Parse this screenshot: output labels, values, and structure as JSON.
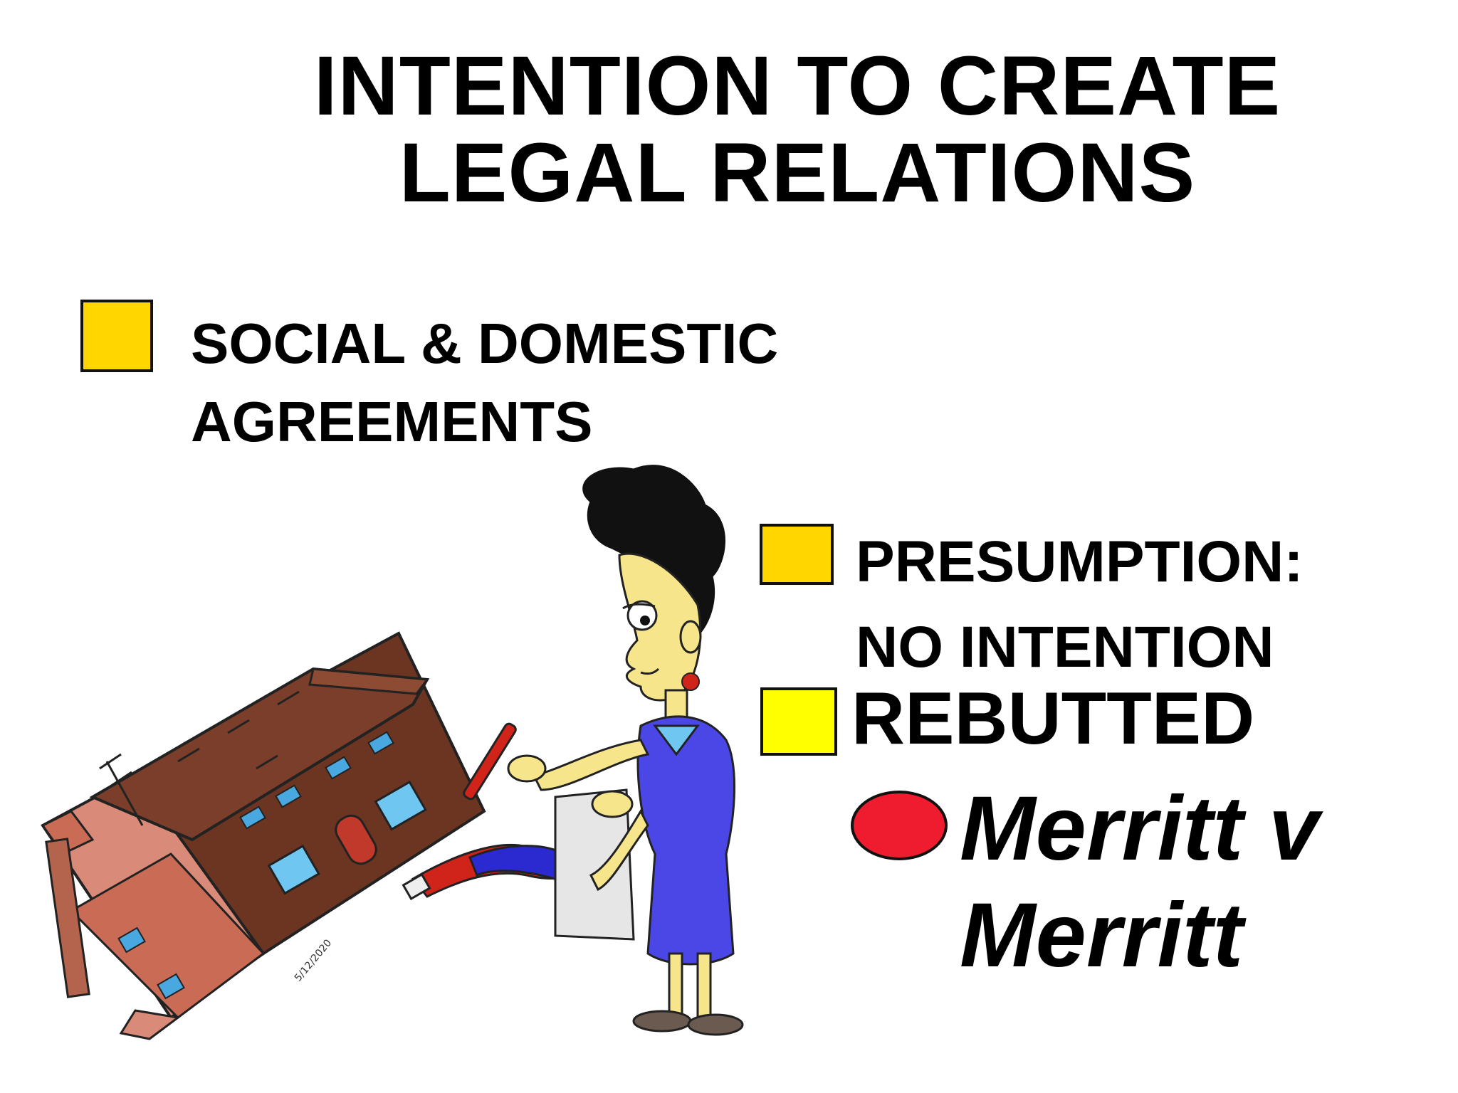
{
  "slide": {
    "title_line1": "INTENTION TO CREATE",
    "title_line2": "LEGAL RELATIONS",
    "items": [
      {
        "line1": "SOCIAL & DOMESTIC",
        "line2": "AGREEMENTS",
        "bullet_color": "#ffd600"
      },
      {
        "line1": "PRESUMPTION:",
        "line2": "NO INTENTION",
        "bullet_color": "#ffd600"
      },
      {
        "line1": "REBUTTED",
        "bullet_color": "#ffff00"
      }
    ],
    "case": {
      "line1": "Merritt v",
      "line2": "Merritt",
      "bullet_color": "#ee1c2e"
    }
  },
  "illustration": {
    "figure": "woman-signing-document-icon",
    "object": "house-icon",
    "signature_text": "5/12/2020"
  }
}
